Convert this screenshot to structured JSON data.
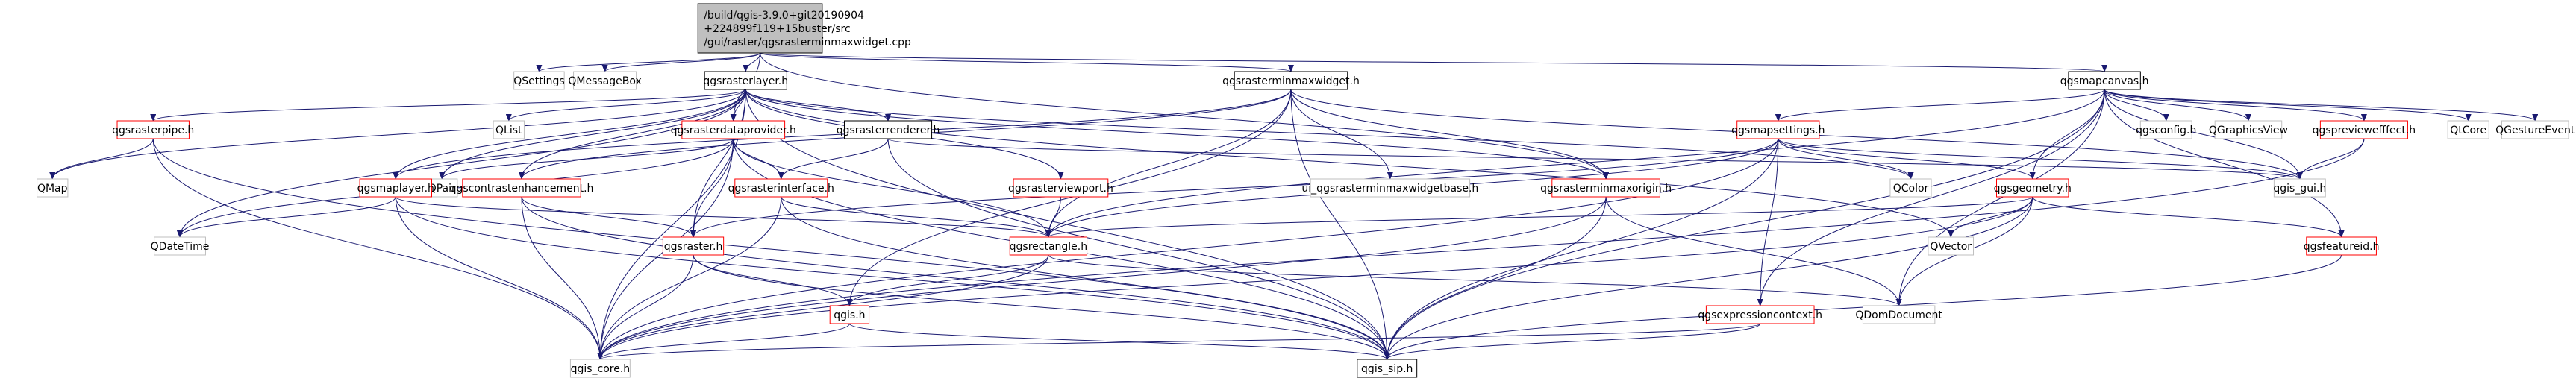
{
  "colors": {
    "root_fill": "#bfbfbf",
    "documented_border": "#000000",
    "undocumented_border": "#bfbfbf",
    "truncated_border": "#ff0000",
    "node_fill": "#ffffff",
    "edge": "#191970",
    "text": "#000000"
  },
  "nodes": [
    {
      "id": "root",
      "lines": [
        "/build/qgis-3.9.0+git20190904",
        "+224899f119+15buster/src",
        "/gui/raster/qgsrasterminmaxwidget.cpp"
      ],
      "kind": "root"
    },
    {
      "id": "QSettings",
      "lines": [
        "QSettings"
      ],
      "kind": "external"
    },
    {
      "id": "QMessageBox",
      "lines": [
        "QMessageBox"
      ],
      "kind": "external"
    },
    {
      "id": "qgsrasterlayer",
      "lines": [
        "qgsrasterlayer.h"
      ],
      "kind": "documented"
    },
    {
      "id": "qgsrasterminmaxwidget",
      "lines": [
        "qgsrasterminmaxwidget.h"
      ],
      "kind": "documented"
    },
    {
      "id": "qgsmapcanvas",
      "lines": [
        "qgsmapcanvas.h"
      ],
      "kind": "documented"
    },
    {
      "id": "qgsrasterpipe",
      "lines": [
        "qgsrasterpipe.h"
      ],
      "kind": "truncated"
    },
    {
      "id": "QMap",
      "lines": [
        "QMap"
      ],
      "kind": "external"
    },
    {
      "id": "QList",
      "lines": [
        "QList"
      ],
      "kind": "external"
    },
    {
      "id": "qgsrasterdataprovider",
      "lines": [
        "qgsrasterdataprovider.h"
      ],
      "kind": "truncated"
    },
    {
      "id": "qgsrasterrenderer",
      "lines": [
        "qgsrasterrenderer.h"
      ],
      "kind": "documented"
    },
    {
      "id": "QPair",
      "lines": [
        "QPair"
      ],
      "kind": "external"
    },
    {
      "id": "qgsmaplayer",
      "lines": [
        "qgsmaplayer.h"
      ],
      "kind": "truncated"
    },
    {
      "id": "qgscontrastenhancement",
      "lines": [
        "qgscontrastenhancement.h"
      ],
      "kind": "truncated"
    },
    {
      "id": "qgsrasterinterface",
      "lines": [
        "qgsrasterinterface.h"
      ],
      "kind": "truncated"
    },
    {
      "id": "qgsrasterviewport",
      "lines": [
        "qgsrasterviewport.h"
      ],
      "kind": "truncated"
    },
    {
      "id": "ui_minmax",
      "lines": [
        "ui_qgsrasterminmaxwidgetbase.h"
      ],
      "kind": "external"
    },
    {
      "id": "qgsrasterminmaxorigin",
      "lines": [
        "qgsrasterminmaxorigin.h"
      ],
      "kind": "truncated"
    },
    {
      "id": "qgsmapsettings",
      "lines": [
        "qgsmapsettings.h"
      ],
      "kind": "truncated"
    },
    {
      "id": "QColor",
      "lines": [
        "QColor"
      ],
      "kind": "external"
    },
    {
      "id": "qgsgeometry",
      "lines": [
        "qgsgeometry.h"
      ],
      "kind": "truncated"
    },
    {
      "id": "qgsconfig",
      "lines": [
        "qgsconfig.h"
      ],
      "kind": "external"
    },
    {
      "id": "QGraphicsView",
      "lines": [
        "QGraphicsView"
      ],
      "kind": "external"
    },
    {
      "id": "qgspreviewefffect",
      "lines": [
        "qgspreviewefffect.h"
      ],
      "kind": "truncated"
    },
    {
      "id": "QtCore",
      "lines": [
        "QtCore"
      ],
      "kind": "external"
    },
    {
      "id": "QGestureEvent",
      "lines": [
        "QGestureEvent"
      ],
      "kind": "external"
    },
    {
      "id": "qgis_gui",
      "lines": [
        "qgis_gui.h"
      ],
      "kind": "external"
    },
    {
      "id": "QDateTime",
      "lines": [
        "QDateTime"
      ],
      "kind": "external"
    },
    {
      "id": "qgsraster",
      "lines": [
        "qgsraster.h"
      ],
      "kind": "truncated"
    },
    {
      "id": "qgsrectangle",
      "lines": [
        "qgsrectangle.h"
      ],
      "kind": "truncated"
    },
    {
      "id": "qgis",
      "lines": [
        "qgis.h"
      ],
      "kind": "truncated"
    },
    {
      "id": "QVector",
      "lines": [
        "QVector"
      ],
      "kind": "external"
    },
    {
      "id": "qgsfeatureid",
      "lines": [
        "qgsfeatureid.h"
      ],
      "kind": "truncated"
    },
    {
      "id": "qgsexpressioncontext",
      "lines": [
        "qgsexpressioncontext.h"
      ],
      "kind": "truncated"
    },
    {
      "id": "QDomDocument",
      "lines": [
        "QDomDocument"
      ],
      "kind": "external"
    },
    {
      "id": "qgis_core",
      "lines": [
        "qgis_core.h"
      ],
      "kind": "external"
    },
    {
      "id": "qgis_sip",
      "lines": [
        "qgis_sip.h"
      ],
      "kind": "documented"
    }
  ]
}
